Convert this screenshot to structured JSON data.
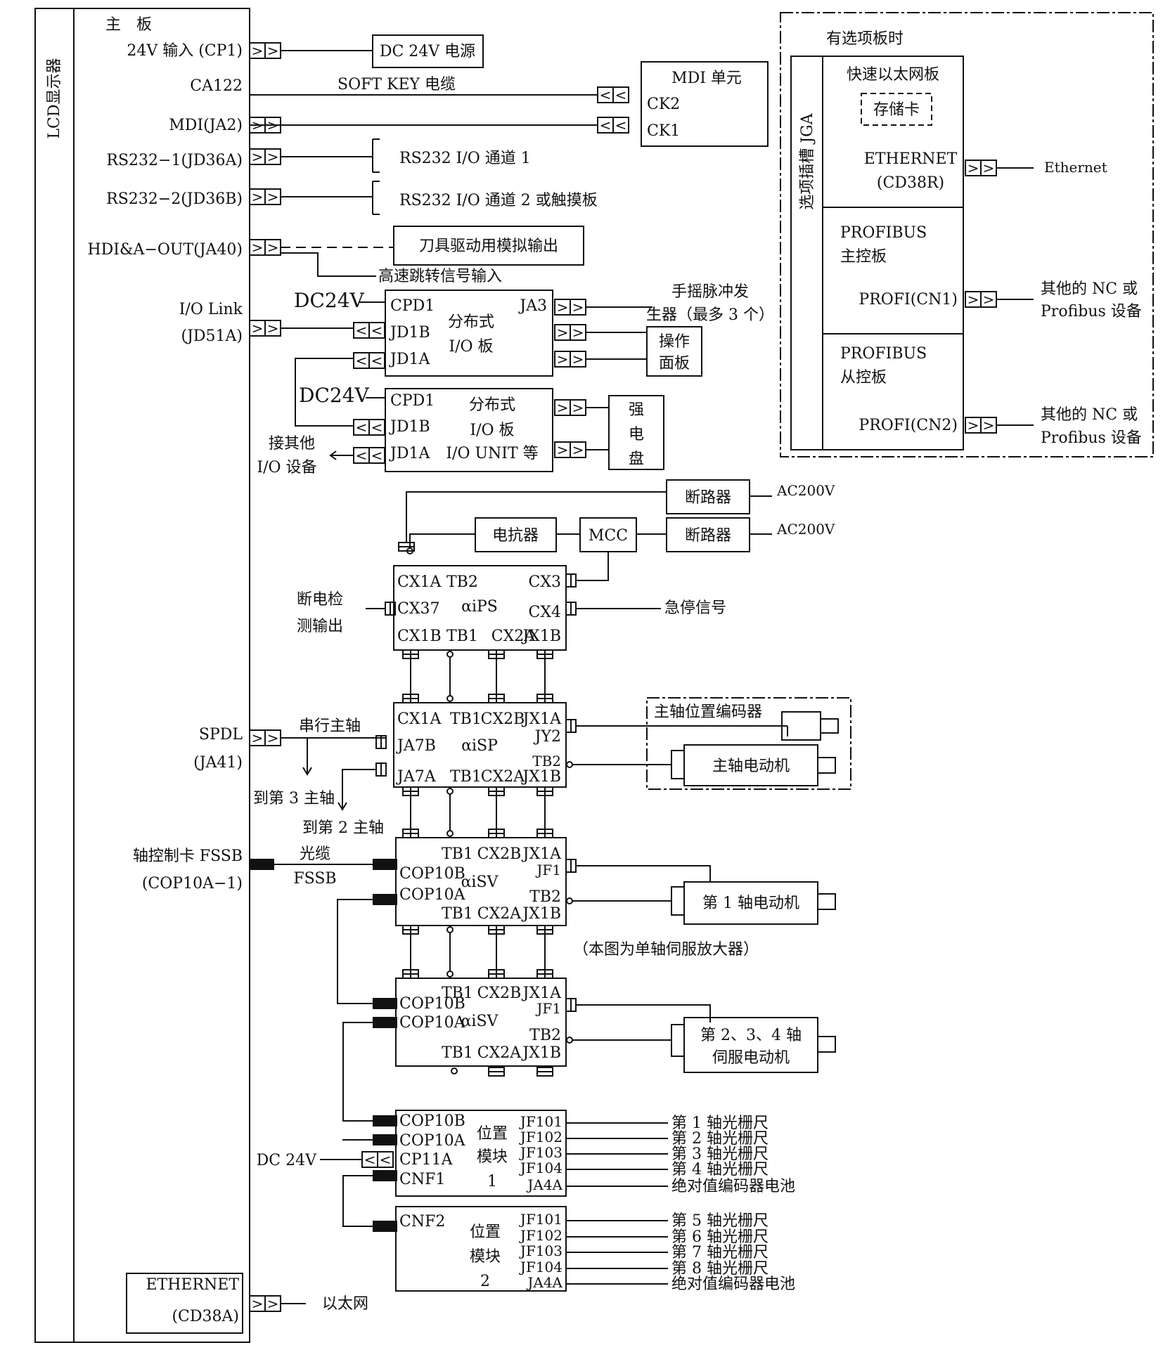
{
  "lcd": "LCD显示器",
  "mainboard": {
    "title": "主　板",
    "ports": [
      "24V 输入 (CP1)",
      "CA122",
      "MDI(JA2)",
      "RS232−1(JD36A)",
      "RS232−2(JD36B)",
      "HDI&A−OUT(JA40)",
      "I/O Link",
      "(JD51A)",
      "SPDL",
      "(JA41)",
      "轴控制卡 FSSB",
      "(COP10A−1)"
    ],
    "ethernet": [
      "ETHERNET",
      "(CD38A)"
    ]
  },
  "labels": {
    "dc24v_power": "DC 24V 电源",
    "softkey": "SOFT KEY 电缆",
    "mdi_unit": "MDI 单元",
    "ck2": "CK2",
    "ck1": "CK1",
    "rs232_1": "RS232 I/O 通道 1",
    "rs232_2": "RS232 I/O 通道 2 或触摸板",
    "tool_analog": "刀具驱动用模拟输出",
    "high_speed_skip": "高速跳转信号输入",
    "dc24v_a": "DC24V",
    "dc24v_b": "DC24V",
    "other_io": [
      "接其他",
      "I/O 设备"
    ],
    "handwheel": [
      "手摇脉冲发",
      "生器（最多 3 个）"
    ],
    "op_panel": [
      "操作",
      "面板"
    ],
    "power_panel": [
      "强",
      "电",
      "盘"
    ],
    "breaker1": "断路器",
    "breaker2": "断路器",
    "ac200v_1": "AC200V",
    "ac200v_2": "AC200V",
    "reactor": "电抗器",
    "mcc": "MCC",
    "power_detect": [
      "断电检",
      "测输出"
    ],
    "estop": "急停信号",
    "serial_spindle": "串行主轴",
    "to_spindle3": "到第 3 主轴",
    "to_spindle2": "到第 2 主轴",
    "fiber": "光缆",
    "fssb": "FSSB",
    "spindle_encoder": "主轴位置编码器",
    "spindle_motor": "主轴电动机",
    "axis1_motor": "第 1 轴电动机",
    "single_axis_note": "（本图为单轴伺服放大器）",
    "axis234_motor": [
      "第 2、3、4 轴",
      "伺服电动机"
    ],
    "dc24v_c": "DC 24V",
    "ethernet_out": "以太网",
    "scales1": [
      "第 1 轴光栅尺",
      "第 2 轴光栅尺",
      "第 3 轴光栅尺",
      "第 4 轴光栅尺",
      "绝对值编码器电池"
    ],
    "scales2": [
      "第 5 轴光栅尺",
      "第 6 轴光栅尺",
      "第 7 轴光栅尺",
      "第 8 轴光栅尺",
      "绝对值编码器电池"
    ]
  },
  "io_board1": {
    "ports_left": [
      "CPD1",
      "JD1B",
      "JD1A"
    ],
    "name": [
      "分布式",
      "I/O 板"
    ],
    "ja3": "JA3"
  },
  "io_board2": {
    "ports_left": [
      "CPD1",
      "JD1B",
      "JD1A"
    ],
    "name": [
      "分布式",
      "I/O 板",
      "I/O UNIT 等"
    ]
  },
  "ips": {
    "name": "αiPS",
    "row1": [
      "CX1A",
      "TB2",
      "CX3"
    ],
    "cx37": "CX37",
    "cx4": "CX4",
    "row3": [
      "CX1B",
      "TB1",
      "CX2A",
      "JX1B"
    ]
  },
  "isp": {
    "name": "αiSP",
    "row1": [
      "CX1A",
      "TB1",
      "CX2B",
      "JX1A"
    ],
    "ja7b": "JA7B",
    "jy2": "JY2",
    "tb2": "TB2",
    "row3": [
      "JA7A",
      "TB1",
      "CX2A",
      "JX1B"
    ]
  },
  "isv1": {
    "name": "αiSV",
    "top": [
      "TB1",
      "CX2B",
      "JX1A"
    ],
    "jf1": "JF1",
    "cop10b": "COP10B",
    "cop10a": "COP10A",
    "tb2": "TB2",
    "bottom": [
      "TB1",
      "CX2A",
      "JX1B"
    ]
  },
  "isv2": {
    "name": "αiSV",
    "top": [
      "TB1",
      "CX2B",
      "JX1A"
    ],
    "jf1": "JF1",
    "cop10b": "COP10B",
    "cop10a": "COP10A",
    "tb2": "TB2",
    "bottom": [
      "TB1",
      "CX2A",
      "JX1B"
    ]
  },
  "pos1": {
    "left": [
      "COP10B",
      "COP10A",
      "CP11A",
      "CNF1"
    ],
    "name": [
      "位置",
      "模块",
      "1"
    ],
    "right": [
      "JF101",
      "JF102",
      "JF103",
      "JF104",
      "JA4A"
    ]
  },
  "pos2": {
    "left": [
      "CNF2"
    ],
    "name": [
      "位置",
      "模块",
      "2"
    ],
    "right": [
      "JF101",
      "JF102",
      "JF103",
      "JF104",
      "JA4A"
    ]
  },
  "option": {
    "title": "有选项板时",
    "slot": "选项插槽 JGA",
    "fast_eth": "快速以太网板",
    "storage": "存储卡",
    "eth_port": [
      "ETHERNET",
      "(CD38R)"
    ],
    "eth_out": "Ethernet",
    "pb_master": [
      "PROFIBUS",
      "主控板"
    ],
    "cn1": "PROFI(CN1)",
    "pb_slave": [
      "PROFIBUS",
      "从控板"
    ],
    "cn2": "PROFI(CN2)",
    "other_nc": [
      "其他的 NC 或",
      "Profibus 设备"
    ]
  }
}
